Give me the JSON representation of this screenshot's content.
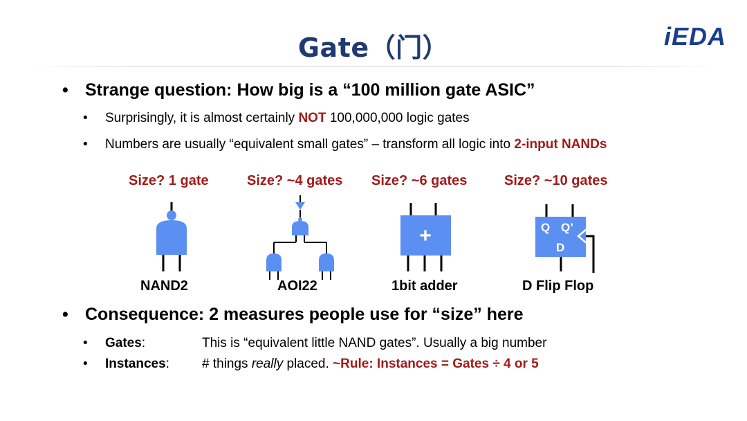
{
  "slide": {
    "title": "Gate（门）",
    "logo": "iEDA"
  },
  "bullets": {
    "q_dot": "•",
    "q_text": "Strange question:  How big is a “100 million gate ASIC”",
    "sub1_dot": "•",
    "sub1_pre": "Surprisingly, it is almost certainly ",
    "sub1_em": "NOT",
    "sub1_post": " 100,000,000 logic gates",
    "sub2_dot": "•",
    "sub2_pre": "Numbers are usually “equivalent small gates” – transform all logic into ",
    "sub2_em": "2-input NANDs"
  },
  "diagrams": {
    "nand2": {
      "size_label": "Size? 1 gate",
      "caption": "NAND2"
    },
    "aoi22": {
      "size_label": "Size? ~4 gates",
      "caption": "AOI22"
    },
    "adder": {
      "size_label": "Size? ~6 gates",
      "caption": "1bit adder",
      "symbol": "+"
    },
    "flipflop": {
      "size_label": "Size? ~10 gates",
      "caption": "D Flip Flop",
      "q": "Q",
      "qbar": "Q’",
      "d": "D"
    },
    "gate_color": "#5b8ff2"
  },
  "consequence": {
    "dot": "•",
    "text": "Consequence:  2 measures people use for “size” here",
    "gates_dot": "•",
    "gates_label": "Gates",
    "gates_colon": ":",
    "gates_desc": "This is “equivalent little NAND gates”.  Usually a big number",
    "inst_dot": "•",
    "inst_label": "Instances",
    "inst_colon": ":",
    "inst_pre": "# things ",
    "inst_em": "really",
    "inst_mid": " placed.  ",
    "inst_rule": "~Rule:  Instances = Gates  ÷  4 or 5"
  }
}
